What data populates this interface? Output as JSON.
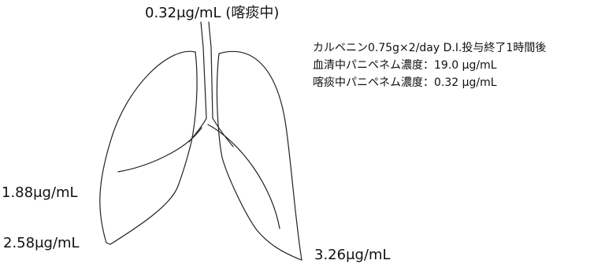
{
  "labels": {
    "sputum": "0.32μg/mL (喀痰中)",
    "left_upper": "1.88μg/mL",
    "left_lower": "2.58μg/mL",
    "right_lower": "3.26μg/mL"
  },
  "info": {
    "line1": "カルベニン0.75g×2/day D.I.投与終了1時間後",
    "line2": "血清中パニペネム濃度：19.0 μg/mL",
    "line3": "喀痰中パニペネム濃度：0.32 μg/mL"
  }
}
